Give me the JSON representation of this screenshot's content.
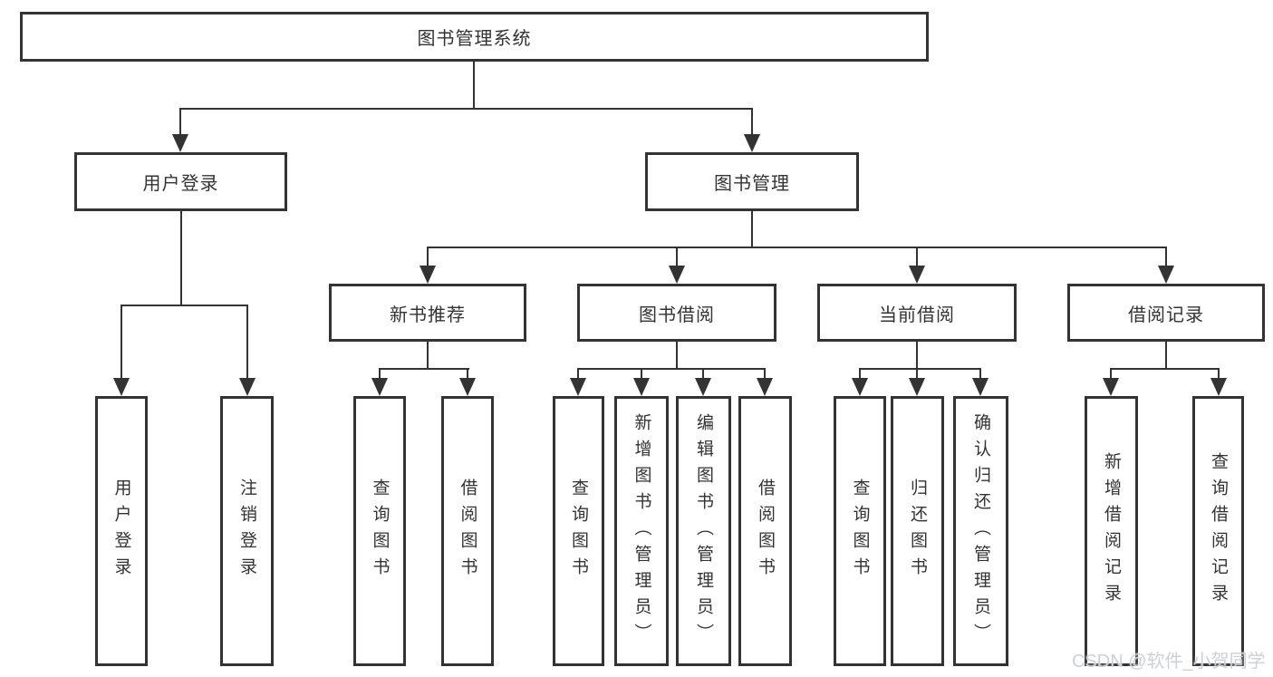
{
  "diagram": {
    "title": "图书管理系统",
    "level2": {
      "user_login": {
        "label": "用户登录",
        "children": {
          "login": "用户登录",
          "logout": "注销登录"
        }
      },
      "book_mgmt": {
        "label": "图书管理"
      }
    },
    "level3": {
      "new_books": {
        "label": "新书推荐",
        "children": {
          "query": "查询图书",
          "borrow": "借阅图书"
        }
      },
      "borrowing": {
        "label": "图书借阅",
        "children": {
          "query": "查询图书",
          "add": "新增图书（管理员）",
          "edit": "编辑图书（管理员）",
          "borrow": "借阅图书"
        }
      },
      "current": {
        "label": "当前借阅",
        "children": {
          "query": "查询图书",
          "return": "归还图书",
          "confirm": "确认归还（管理员）"
        }
      },
      "records": {
        "label": "借阅记录",
        "children": {
          "add": "新增借阅记录",
          "query": "查询借阅记录"
        }
      }
    }
  },
  "watermark": {
    "text": "CSDN @软件_小贺同学"
  },
  "colors": {
    "line": "#333333",
    "text": "#333333",
    "watermark": "#cdd0d4",
    "background": "#ffffff"
  }
}
